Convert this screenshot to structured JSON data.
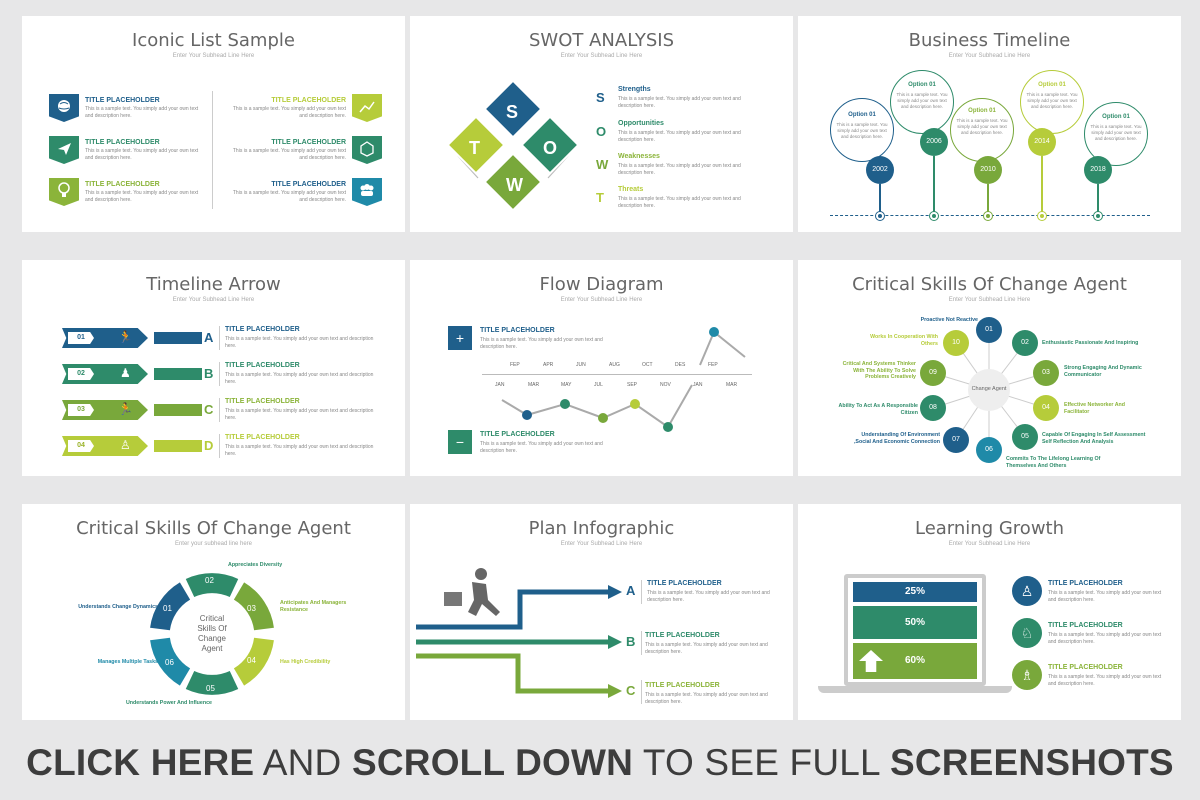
{
  "colors": {
    "navy": "#1f5f8b",
    "teal": "#2e8b6a",
    "green": "#79a83b",
    "lime": "#b6cc3a",
    "grey": "#aaaaaa"
  },
  "subhead": "Enter Your Subhead Line Here",
  "subhead_lower": "Enter your subhead line here",
  "placeholder_title": "TITLE PLACEHOLDER",
  "placeholder_desc": "This is a sample text. You simply add your own text and description here.",
  "card1": {
    "title": "Iconic List Sample",
    "icons": [
      "globe-icon",
      "paper-plane-icon",
      "lightbulb-icon",
      "chart-icon",
      "cube-icon",
      "group-icon"
    ]
  },
  "card2": {
    "title": "SWOT ANALYSIS",
    "letters": [
      "S",
      "O",
      "T",
      "W"
    ],
    "items": [
      {
        "letter": "S",
        "label": "Strengths"
      },
      {
        "letter": "O",
        "label": "Opportunities"
      },
      {
        "letter": "W",
        "label": "Weaknesses"
      },
      {
        "letter": "T",
        "label": "Threats"
      }
    ]
  },
  "card3": {
    "title": "Business Timeline",
    "option": "Option 01",
    "years": [
      "2002",
      "2006",
      "2010",
      "2014",
      "2018"
    ]
  },
  "card4": {
    "title": "Timeline Arrow",
    "nums": [
      "01",
      "02",
      "03",
      "04"
    ],
    "letters": [
      "A",
      "B",
      "C",
      "D"
    ]
  },
  "card5": {
    "title": "Flow Diagram",
    "plus": "+",
    "minus": "−",
    "top_months": [
      "FEP",
      "APR",
      "JUN",
      "AUG",
      "OCT",
      "DES",
      "FEP"
    ],
    "bottom_months": [
      "JAN",
      "MAR",
      "MAY",
      "JUL",
      "SEP",
      "NOV",
      "JAN",
      "MAR"
    ]
  },
  "card6": {
    "title": "Critical Skills Of Change Agent",
    "center": "Change Agent",
    "nums": [
      "01",
      "02",
      "03",
      "04",
      "05",
      "06",
      "07",
      "08",
      "09",
      "10"
    ],
    "labels": [
      "Proactive Not Reactive",
      "Enthusiastic Passionate And Inspiring",
      "Strong Engaging And Dynamic Communicator",
      "Effective Networker And Facilitator",
      "Capable Of Engaging In Self Assessment Self Reflection And Analysis",
      "Commits To The Lifelong Learning Of Themselves And Others",
      "Understanding Of Environment ,Social And Economic Connection",
      "Ability To Act As A Responsible Citizen",
      "Critical And Systems Thinker With The Ability To Solve Problems Creatively",
      "Works In Cooperation With Others"
    ]
  },
  "card7": {
    "title": "Critical Skills Of Change Agent",
    "center": [
      "Critical",
      "Skills Of",
      "Change",
      "Agent"
    ],
    "nums": [
      "01",
      "02",
      "03",
      "04",
      "05",
      "06"
    ],
    "labels": [
      "Understands Change Dynamics",
      "Appreciates Diversity",
      "Anticipates And Managers Resistance",
      "Has High Credibility",
      "Understands Power And Influence",
      "Manages Multiple Tasks"
    ]
  },
  "card8": {
    "title": "Plan Infographic",
    "letters": [
      "A",
      "B",
      "C"
    ]
  },
  "card9": {
    "title": "Learning Growth",
    "bars": [
      "25%",
      "50%",
      "60%"
    ]
  },
  "footer": {
    "a": "CLICK HERE",
    "b": "AND",
    "c": "SCROLL DOWN",
    "d": "TO SEE FULL",
    "e": "SCREENSHOTS"
  }
}
